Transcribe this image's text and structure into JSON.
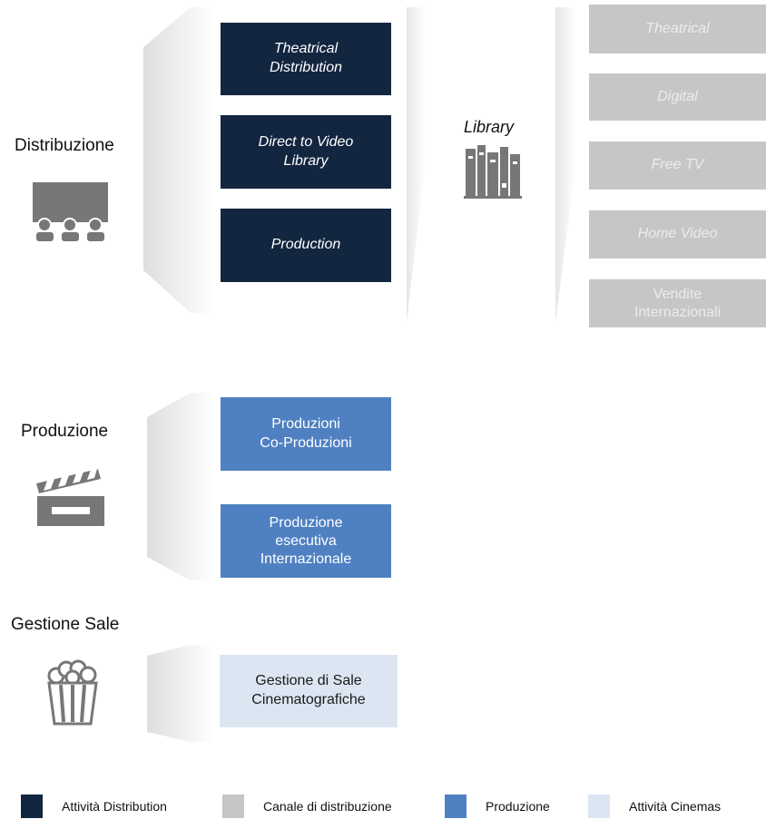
{
  "colors": {
    "distribution": "#132640",
    "channel": "#c6c6c6",
    "production": "#4f81c2",
    "cinemas": "#dce6f2",
    "icon": "#777777"
  },
  "sections": {
    "distribuzione": {
      "label": "Distribuzione",
      "icon": "cinema-audience-icon",
      "activities": [
        {
          "lines": [
            "Theatrical",
            "Distribution"
          ]
        },
        {
          "lines": [
            "Direct to Video",
            "Library"
          ]
        },
        {
          "lines": [
            "Production"
          ]
        }
      ]
    },
    "library": {
      "label": "Library",
      "icon": "books-library-icon"
    },
    "channels": [
      {
        "lines": [
          "Theatrical"
        ]
      },
      {
        "lines": [
          "Digital"
        ]
      },
      {
        "lines": [
          "Free TV"
        ]
      },
      {
        "lines": [
          "Home Video"
        ]
      },
      {
        "lines": [
          "Vendite",
          "Internazionali"
        ]
      }
    ],
    "produzione": {
      "label": "Produzione",
      "icon": "clapperboard-icon",
      "activities": [
        {
          "lines": [
            "Produzioni",
            "Co-Produzioni"
          ]
        },
        {
          "lines": [
            "Produzione",
            "esecutiva",
            "Internazionale"
          ]
        }
      ]
    },
    "gestione_sale": {
      "label": "Gestione Sale",
      "icon": "popcorn-icon",
      "activities": [
        {
          "lines": [
            "Gestione di Sale",
            "Cinematografiche"
          ]
        }
      ]
    }
  },
  "legend": [
    {
      "label": "Attività Distribution",
      "color": "#132640"
    },
    {
      "label": "Canale di distribuzione",
      "color": "#c6c6c6"
    },
    {
      "label": "Produzione",
      "color": "#4f81c2"
    },
    {
      "label": "Attività Cinemas",
      "color": "#dce6f2"
    }
  ]
}
